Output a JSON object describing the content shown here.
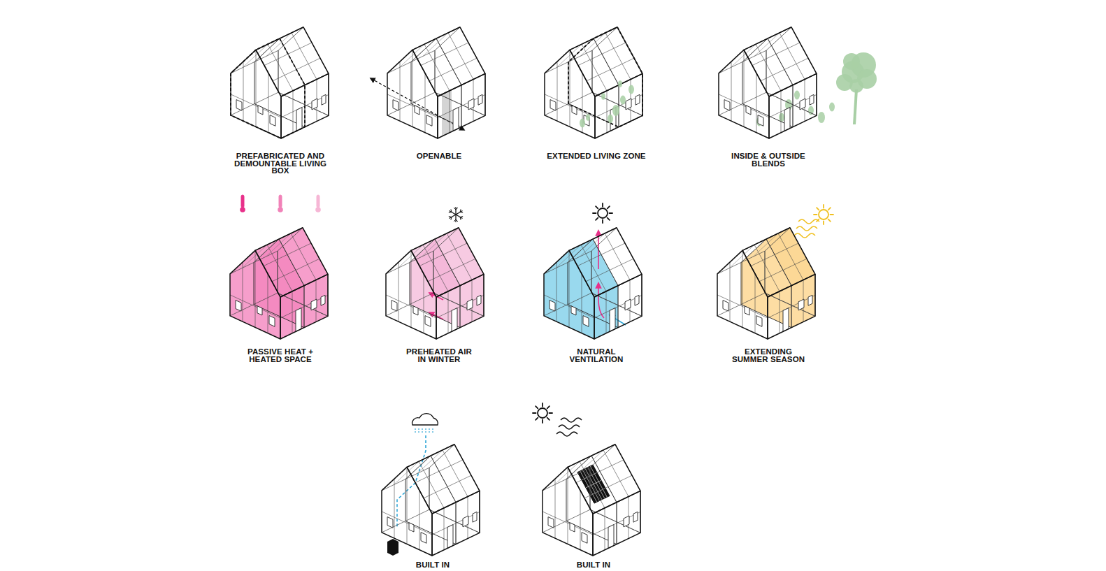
{
  "diagram": {
    "labels": [
      "PREFABRICATED AND DEMOUNTABLE LIVING BOX",
      "OPENABLE",
      "EXTENDED LIVING ZONE",
      "INSIDE & OUTSIDE BLENDS",
      "PASSIVE HEAT + HEATED SPACE",
      "PREHEATED AIR IN WINTER",
      "NATURAL VENTILATION",
      "EXTENDING SUMMER SEASON",
      "BUILT IN",
      "BUILT IN"
    ]
  }
}
